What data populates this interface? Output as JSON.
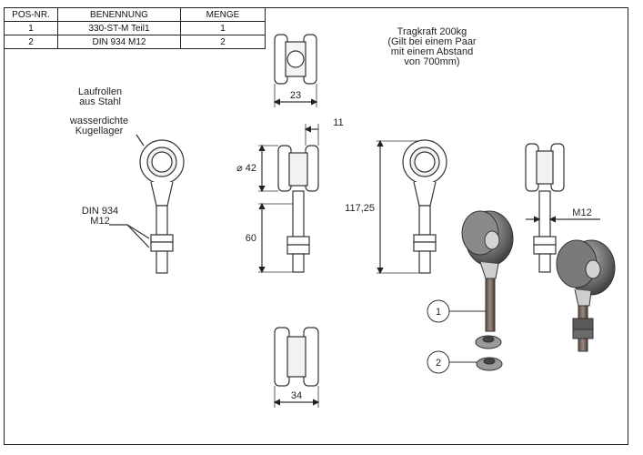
{
  "bom": {
    "headers": [
      "POS-NR.",
      "BENENNUNG",
      "MENGE"
    ],
    "rows": [
      [
        "1",
        "330-ST-M Teil1",
        "1"
      ],
      [
        "2",
        "DIN 934 M12",
        "2"
      ]
    ]
  },
  "notes": {
    "load_line1": "Tragkraft 200kg",
    "load_line2": "(Gilt bei einem Paar",
    "load_line3": "mit einem Abstand",
    "load_line4": "von 700mm)",
    "rollers_line1": "Laufrollen",
    "rollers_line2": "aus Stahl",
    "bearing_line1": "wasserdichte",
    "bearing_line2": "Kugellager",
    "nut_line1": "DIN 934",
    "nut_line2": "M12"
  },
  "dimensions": {
    "width_top": "23",
    "offset_right": "11",
    "diameter": "⌀ 42",
    "thread_length": "60",
    "overall_height": "117,25",
    "thread_size": "M12",
    "width_bottom": "34"
  },
  "balloons": {
    "pos1": "1",
    "pos2": "2"
  }
}
